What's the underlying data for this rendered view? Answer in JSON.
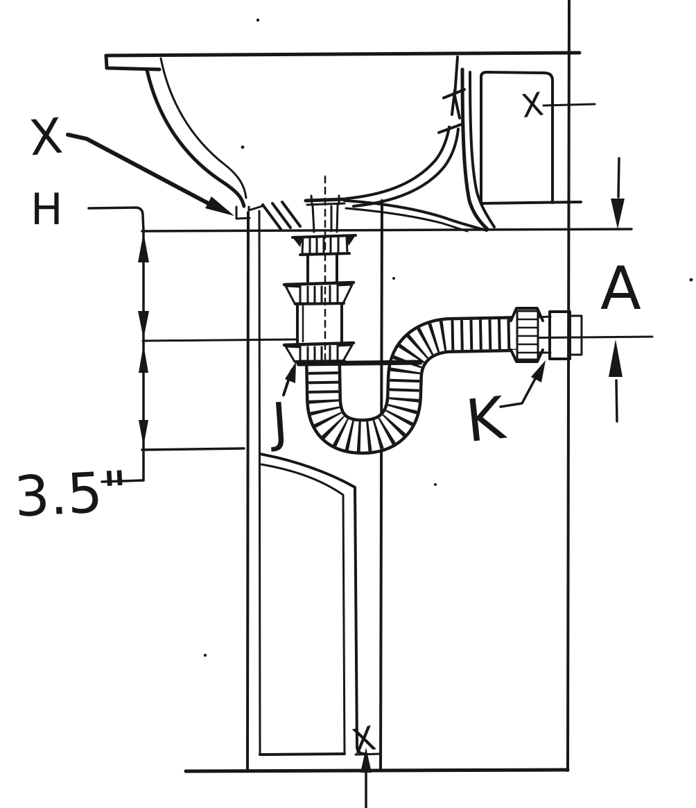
{
  "canvas": {
    "background": "#ffffff",
    "ink": "#171717"
  },
  "labels": {
    "label_x": "X",
    "label_h": "H",
    "label_a": "A",
    "label_j": "J",
    "label_k": "K",
    "dimension_3_5": "3.5\"",
    "wall_x_mark": "X",
    "floor_x_mark": "X"
  }
}
